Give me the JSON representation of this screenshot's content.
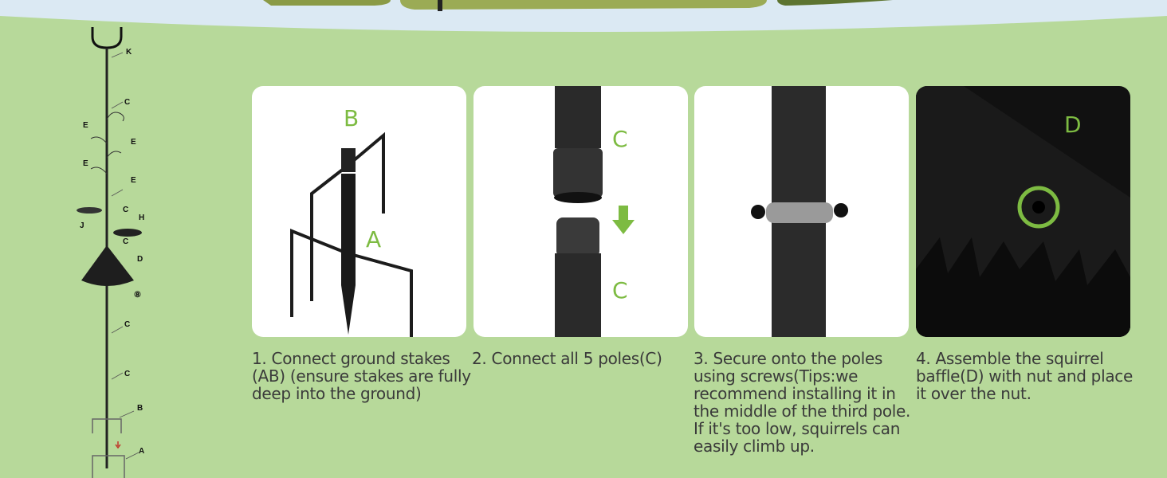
{
  "diagram": {
    "labels": {
      "k": "K",
      "c": "C",
      "e": "E",
      "j": "J",
      "h": "H",
      "d": "D",
      "nut": "⑧",
      "b": "B",
      "a": "A"
    }
  },
  "steps": [
    {
      "labels": [
        "B",
        "A"
      ],
      "caption": "1. Connect ground stakes (AB) (ensure stakes are fully deep into the ground)"
    },
    {
      "labels": [
        "C",
        "C"
      ],
      "caption": "2. Connect all 5 poles(C)"
    },
    {
      "labels": [],
      "caption": "3. Secure onto the poles using screws(Tips:we recommend  installing it in the middle of the third pole. If it's too low, squirrels can easily climb up."
    },
    {
      "labels": [
        "D"
      ],
      "caption": "4. Assemble the squirrel baffle(D) with nut and place it over the nut."
    }
  ],
  "colors": {
    "background": "#b7d99a",
    "accent": "#7dbb42",
    "sky": "#dbe9f3"
  }
}
